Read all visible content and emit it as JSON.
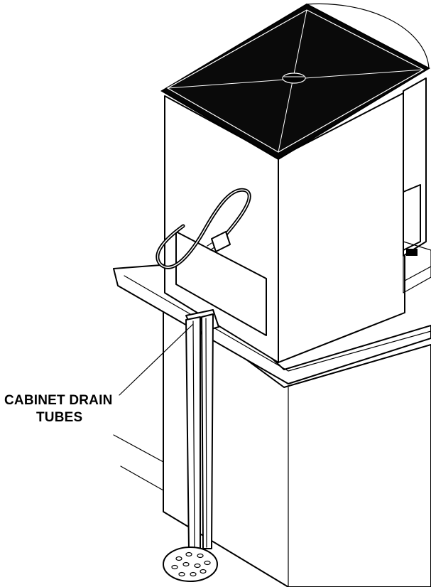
{
  "callout": {
    "line1": "CABINET DRAIN",
    "line2": "TUBES"
  },
  "colors": {
    "ink": "#000000",
    "paper": "#ffffff",
    "lid": "#050505"
  },
  "parts": {
    "top_lid": "ice-machine-lid",
    "machine_body": "ice-machine-cabinet",
    "power_cord": "power-cord-with-plug",
    "counter": "cabinet-counter",
    "drain_tubes": "cabinet-drain-tubes",
    "floor_drain": "floor-drain"
  }
}
